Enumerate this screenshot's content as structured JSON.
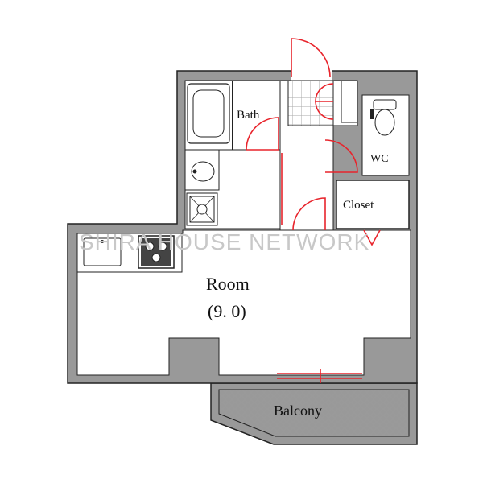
{
  "rooms": {
    "bath": "Bath",
    "wc": "WC",
    "closet": "Closet",
    "room": "Room",
    "room_size": "(9. 0)",
    "balcony": "Balcony"
  },
  "watermark": "SHIRA HOUSE NETWORK",
  "colors": {
    "wall": "#999999",
    "outline": "#222222",
    "door": "#e8242c",
    "floor": "#ffffff"
  }
}
